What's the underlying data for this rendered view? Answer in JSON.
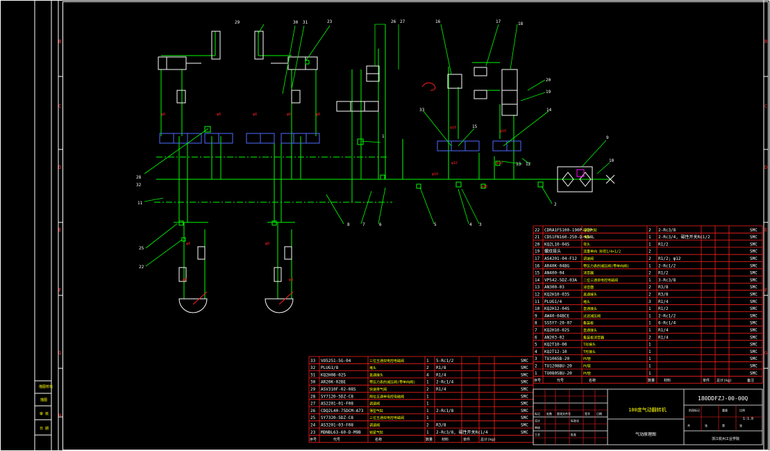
{
  "drawing": {
    "zone_letters": [
      "B",
      "C",
      "D",
      "E",
      "F",
      "G",
      "H"
    ],
    "left_strip_labels": [
      "描图校核",
      "描图",
      "审 核",
      "日 期"
    ],
    "balloons": {
      "b1": "1",
      "b2": "2",
      "b3": "3",
      "b4": "4",
      "b5": "5",
      "b6": "6",
      "b7": "7",
      "b8": "8",
      "b9": "9",
      "b10": "10",
      "b11": "11",
      "b12": "12",
      "b13": "13",
      "b14": "14",
      "b15": "15",
      "b16": "16",
      "b17": "17",
      "b18": "18",
      "b19": "19",
      "b20": "20",
      "b22": "22",
      "b23": "23",
      "b25": "25",
      "b26": "26",
      "b27": "27",
      "b28": "28",
      "b29": "29",
      "b30": "30",
      "b31": "31",
      "b32": "32",
      "b33": "33"
    },
    "pipe_labels": [
      "φ8",
      "φ8",
      "φ8",
      "φ8",
      "φ8",
      "φ8",
      "φ8",
      "φ10",
      "φ10",
      "φ10",
      "φ12",
      "φ10",
      "φ10",
      "φ8",
      "φ8"
    ]
  },
  "bom_right": {
    "vendor": "SMC",
    "rows": [
      {
        "no": "22",
        "code": "CDRA1FS100-190P-J59",
        "name": "摆动气缸",
        "qty": "2",
        "spec": "2-Rc3/8"
      },
      {
        "no": "21",
        "code": "CDS1FN160-250-D-A54L",
        "name": "气缸",
        "qty": "1",
        "spec": "2-Rc3/4, 磁性开关Rc1/2"
      },
      {
        "no": "20",
        "code": "KQ2L10-04S",
        "name": "弯头",
        "qty": "1",
        "spec": "R1/2"
      },
      {
        "no": "19",
        "code": "螺纹接头",
        "name": "流量单向 异径1/4×1/2",
        "qty": "2",
        "spec": ""
      },
      {
        "no": "17",
        "code": "AS4201-04-F12",
        "name": "调速阀",
        "qty": "2",
        "spec": "R1/2; φ12"
      },
      {
        "no": "16",
        "code": "AR40K-04BG",
        "name": "带压力表的减压阀(带单向阀)",
        "qty": "1",
        "spec": "2-Rc1/2"
      },
      {
        "no": "15",
        "code": "AN400-04",
        "name": "消音器",
        "qty": "2",
        "spec": "R1/2"
      },
      {
        "no": "14",
        "code": "VP542-5DZ-03A",
        "name": "二位三通单电控电磁阀",
        "qty": "1",
        "spec": "3-Rc3/8"
      },
      {
        "no": "13",
        "code": "AN300-03",
        "name": "消音器",
        "qty": "2",
        "spec": "R3/8"
      },
      {
        "no": "12",
        "code": "KQ2H10-03S",
        "name": "直通接头",
        "qty": "2",
        "spec": "R3/8"
      },
      {
        "no": "11",
        "code": "PLUG1/4",
        "name": "堵头",
        "qty": "3",
        "spec": "R1/4"
      },
      {
        "no": "10",
        "code": "KQ2H12-04S",
        "name": "直通接头",
        "qty": "1",
        "spec": "R1/2"
      },
      {
        "no": "9",
        "code": "AW40-04BCE",
        "name": "过滤减压阀",
        "qty": "1",
        "spec": "2-Rc1/2"
      },
      {
        "no": "8",
        "code": "SS5Y7-20-07",
        "name": "集装板",
        "qty": "1",
        "spec": "6-Rc1/4"
      },
      {
        "no": "7",
        "code": "KQ2H10-02S",
        "name": "直通接头",
        "qty": "1",
        "spec": "R1/4"
      },
      {
        "no": "6",
        "code": "AN203-02",
        "name": "集装板消音器",
        "qty": "2",
        "spec": "R1/4"
      },
      {
        "no": "5",
        "code": "KQ2T10-00",
        "name": "T形接头",
        "qty": "1",
        "spec": ""
      },
      {
        "no": "4",
        "code": "KQ2T12-10",
        "name": "T形接头",
        "qty": "1",
        "spec": ""
      },
      {
        "no": "3",
        "code": "TU1065B-20",
        "name": "PU管",
        "qty": "1",
        "spec": ""
      },
      {
        "no": "2",
        "code": "TU1208BU-20",
        "name": "PU管",
        "qty": "1",
        "spec": ""
      },
      {
        "no": "1",
        "code": "TU0805BU-20",
        "name": "PU管",
        "qty": "1",
        "spec": ""
      }
    ],
    "header": {
      "no": "序号",
      "code": "代号",
      "name": "名称",
      "qty": "数量",
      "spec": "材料",
      "w1": "单件",
      "w2": "总计(kg)",
      "note": "备注"
    }
  },
  "bom_left": {
    "vendor": "SMC",
    "rows": [
      {
        "no": "33",
        "code": "VO5251-5G-04",
        "name": "三位五通双电控电磁阀",
        "qty": "1",
        "spec": "5-Rc1/2"
      },
      {
        "no": "32",
        "code": "PLUG1/8",
        "name": "堵头",
        "qty": "2",
        "spec": "R1/8"
      },
      {
        "no": "31",
        "code": "KQ2H08-02S",
        "name": "直通接头",
        "qty": "4",
        "spec": "R1/4"
      },
      {
        "no": "30",
        "code": "AR20K-02BE",
        "name": "带压力表的减压阀(带单向阀)",
        "qty": "1",
        "spec": "2-Rc1/4"
      },
      {
        "no": "29",
        "code": "ASV310F-02-08S",
        "name": "快速排气阀",
        "qty": "2",
        "spec": "R1/4"
      },
      {
        "no": "28",
        "code": "SY7120-5DZ-C8",
        "name": "两位五通单电控电磁阀",
        "qty": "1",
        "spec": ""
      },
      {
        "no": "27",
        "code": "AS2201-01-F08",
        "name": "调速阀",
        "qty": "1",
        "spec": ""
      },
      {
        "no": "26",
        "code": "CDQ2L40-75DCM-A73",
        "name": "薄型气缸",
        "qty": "1",
        "spec": "2-Rc1/8"
      },
      {
        "no": "25",
        "code": "SY7320-5DZ-C8",
        "name": "三位五通双电控电磁阀",
        "qty": "1",
        "spec": ""
      },
      {
        "no": "24",
        "code": "AS3201-03-F08",
        "name": "调速阀",
        "qty": "2",
        "spec": "R3/8"
      },
      {
        "no": "23",
        "code": "MDNBL63-60-D-M9B",
        "name": "锁紧气缸",
        "qty": "1",
        "spec": "2-Rc3/8, 磁性开关Rc1/4"
      }
    ],
    "header": {
      "no": "序号",
      "code": "代号",
      "name": "名称",
      "qty": "数量",
      "spec": "材料",
      "w1": "单件",
      "w2": "总计(kg)"
    }
  },
  "title_block": {
    "product": "180度气动翻转机",
    "drawing_no": "180DDFZJ-00-00Q",
    "sheet_title": "气动原理图",
    "company": "浙江杭州工业学院",
    "scale": "1:1.0",
    "labels": [
      "标记",
      "处数",
      "更改文件号",
      "签字",
      "日期",
      "设计",
      "标准化",
      "审核",
      "工艺",
      "批准",
      "阶段标记",
      "重量",
      "比例",
      "共",
      "张",
      "第",
      "张"
    ]
  },
  "colors": {
    "frame": "#ffffff",
    "pipe": "#00ff00",
    "cylinder": "#ffffff",
    "valve_blue": "#3355ff",
    "valve_cyan": "#00ffff",
    "dimension_red": "#ff2020",
    "leader_green": "#00ff00",
    "table_red": "#ff2020",
    "balloon_text": "#ffffff",
    "title_yellow": "#ffff00",
    "magenta": "#ff00ff"
  }
}
